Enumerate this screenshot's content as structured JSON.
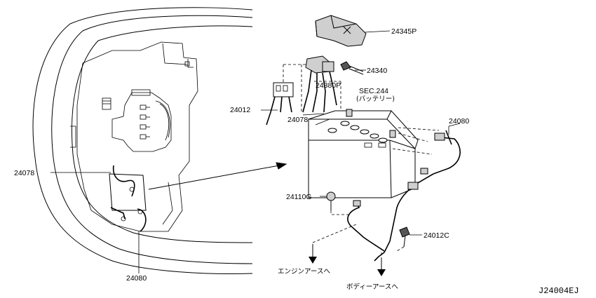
{
  "diagram": {
    "labels": {
      "p24345P": "24345P",
      "p24340": "24340",
      "p24380P": "24380P",
      "sec244_line1": "SEC.244",
      "sec244_line2": "(バッテリー)",
      "p24012_top": "24012",
      "p24078_top": "24078",
      "p24080_right": "24080",
      "p24078_left": "24078",
      "p24110G": "24110G",
      "p24012C": "24012C",
      "p24080_bottom": "24080",
      "engine_ground": "エンジンアースへ",
      "body_ground": "ボディーアースへ"
    },
    "diagram_code": "J24004EJ"
  }
}
